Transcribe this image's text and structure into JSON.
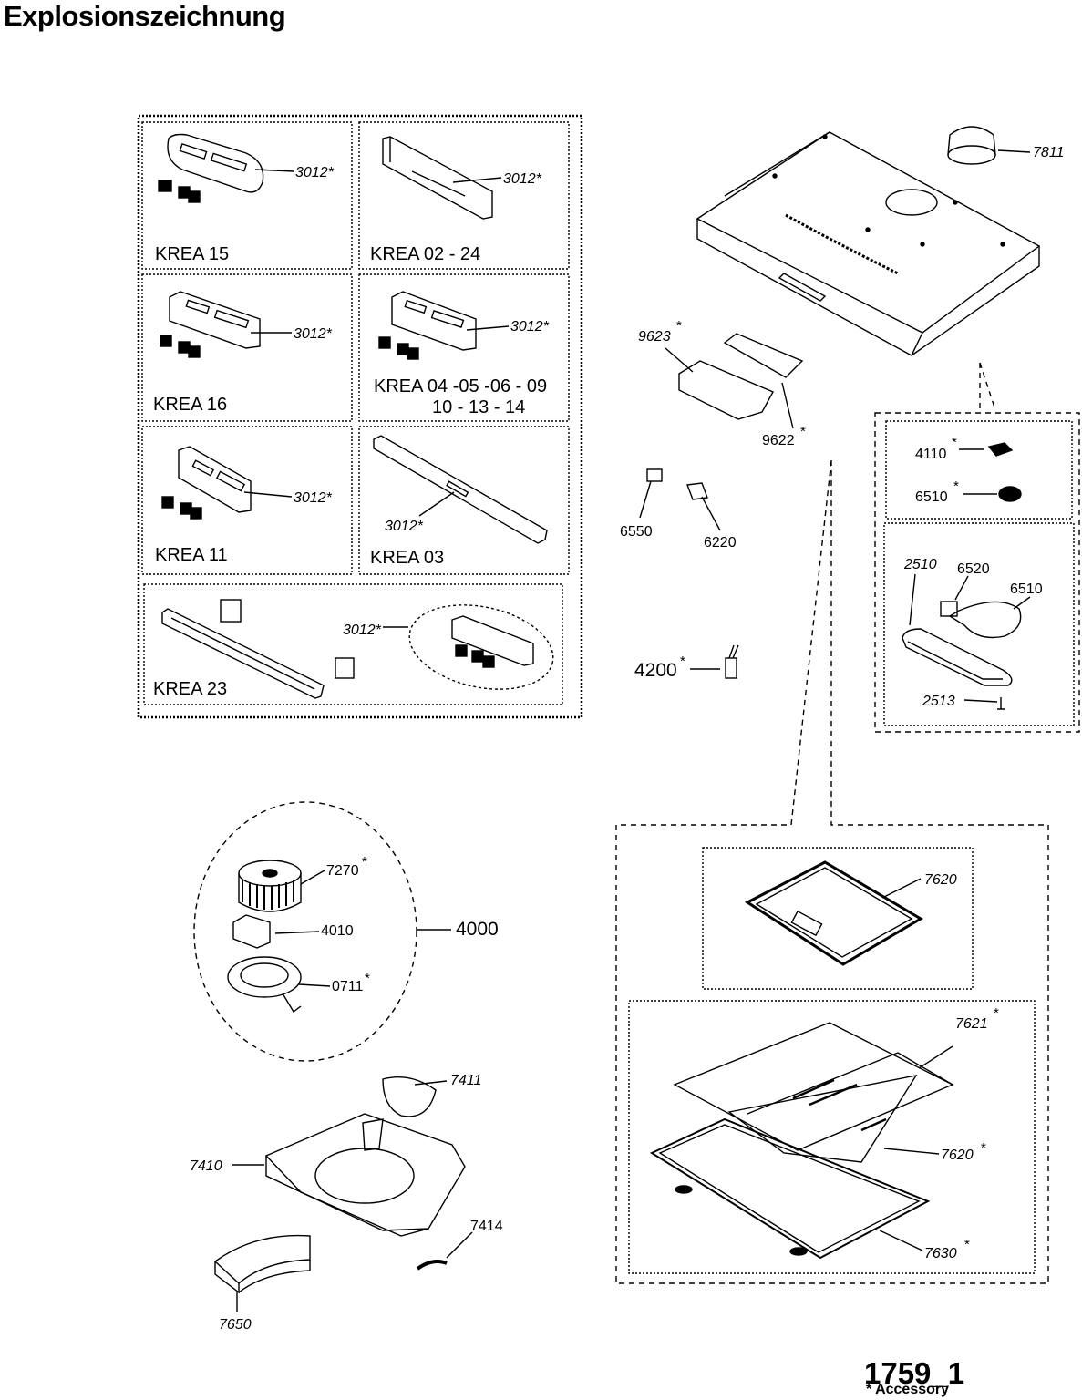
{
  "title": "Explosionszeichnung",
  "doc_number": "1759_1",
  "accessory_note": "* Accessory",
  "variants": [
    {
      "name": "KREA 15",
      "part": "3012*"
    },
    {
      "name": "KREA 02 - 24",
      "part": "3012*"
    },
    {
      "name": "KREA 16",
      "part": "3012*"
    },
    {
      "name": "KREA 04 -05 -06 - 09",
      "name2": "10 - 13 - 14",
      "part": "3012*"
    },
    {
      "name": "KREA 11",
      "part": "3012*"
    },
    {
      "name": "KREA 03",
      "part": "3012*"
    },
    {
      "name": "KREA 23",
      "part": "3012*"
    }
  ],
  "parts": {
    "p7811": "7811",
    "p9623": "9623",
    "p9622": "9622",
    "p6550": "6550",
    "p6220": "6220",
    "p4200": "4200",
    "p4110": "4110",
    "p6510a": "6510",
    "p2510": "2510",
    "p6520": "6520",
    "p6510b": "6510",
    "p2513": "2513",
    "p7270": "7270",
    "p4010": "4010",
    "p0711": "0711",
    "p4000": "4000",
    "p7411": "7411",
    "p7410": "7410",
    "p7414": "7414",
    "p7650": "7650",
    "p7620a": "7620",
    "p7621": "7621",
    "p7620b": "7620",
    "p7630": "7630"
  },
  "star": "*"
}
